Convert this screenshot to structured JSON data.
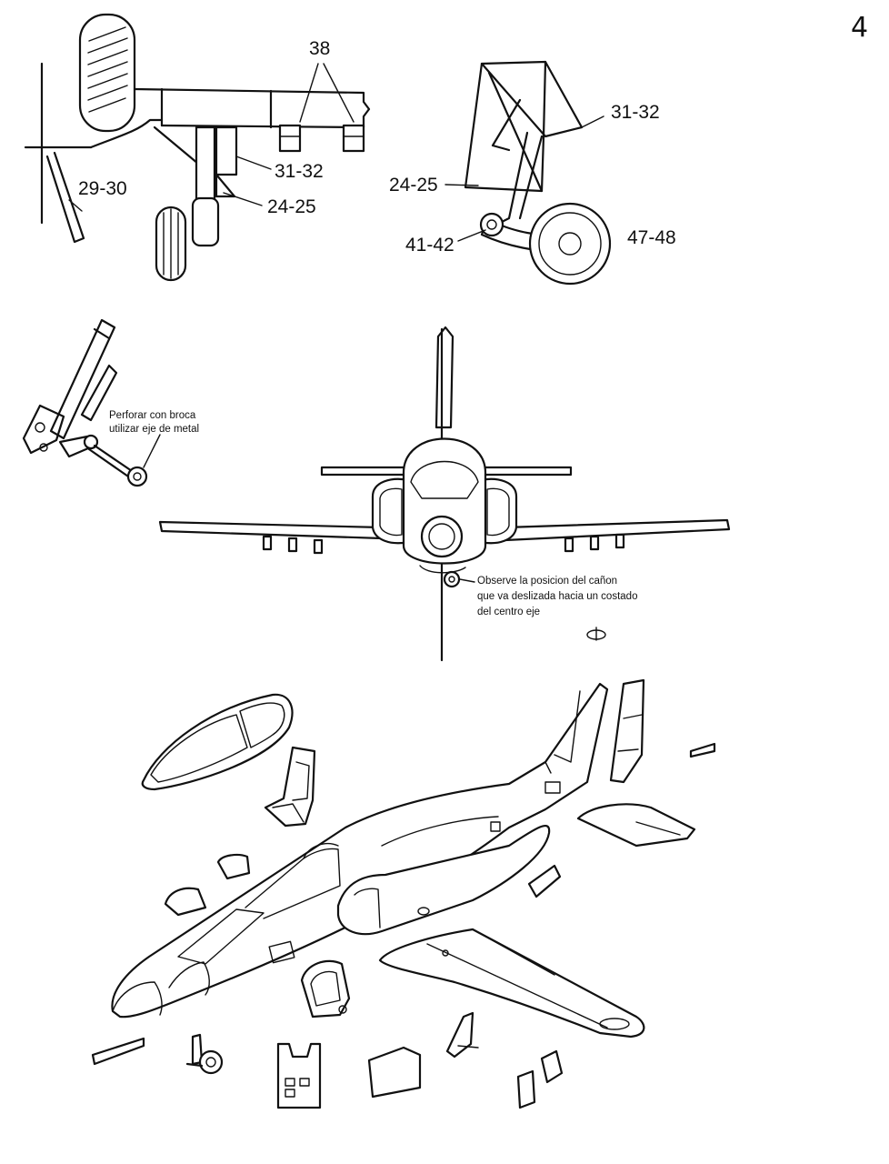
{
  "page_number": "4",
  "callouts": {
    "top_left": [
      "38",
      "31-32",
      "29-30",
      "24-25"
    ],
    "top_right": [
      "31-32",
      "24-25",
      "41-42",
      "47-48"
    ]
  },
  "notes": {
    "drill_line1": "Perforar con broca",
    "drill_line2": "utilizar eje de metal",
    "cannon_line1": "Observe la posicion del cañon",
    "cannon_line2": "que va deslizada hacia un costado",
    "cannon_line3": "del centro eje"
  }
}
